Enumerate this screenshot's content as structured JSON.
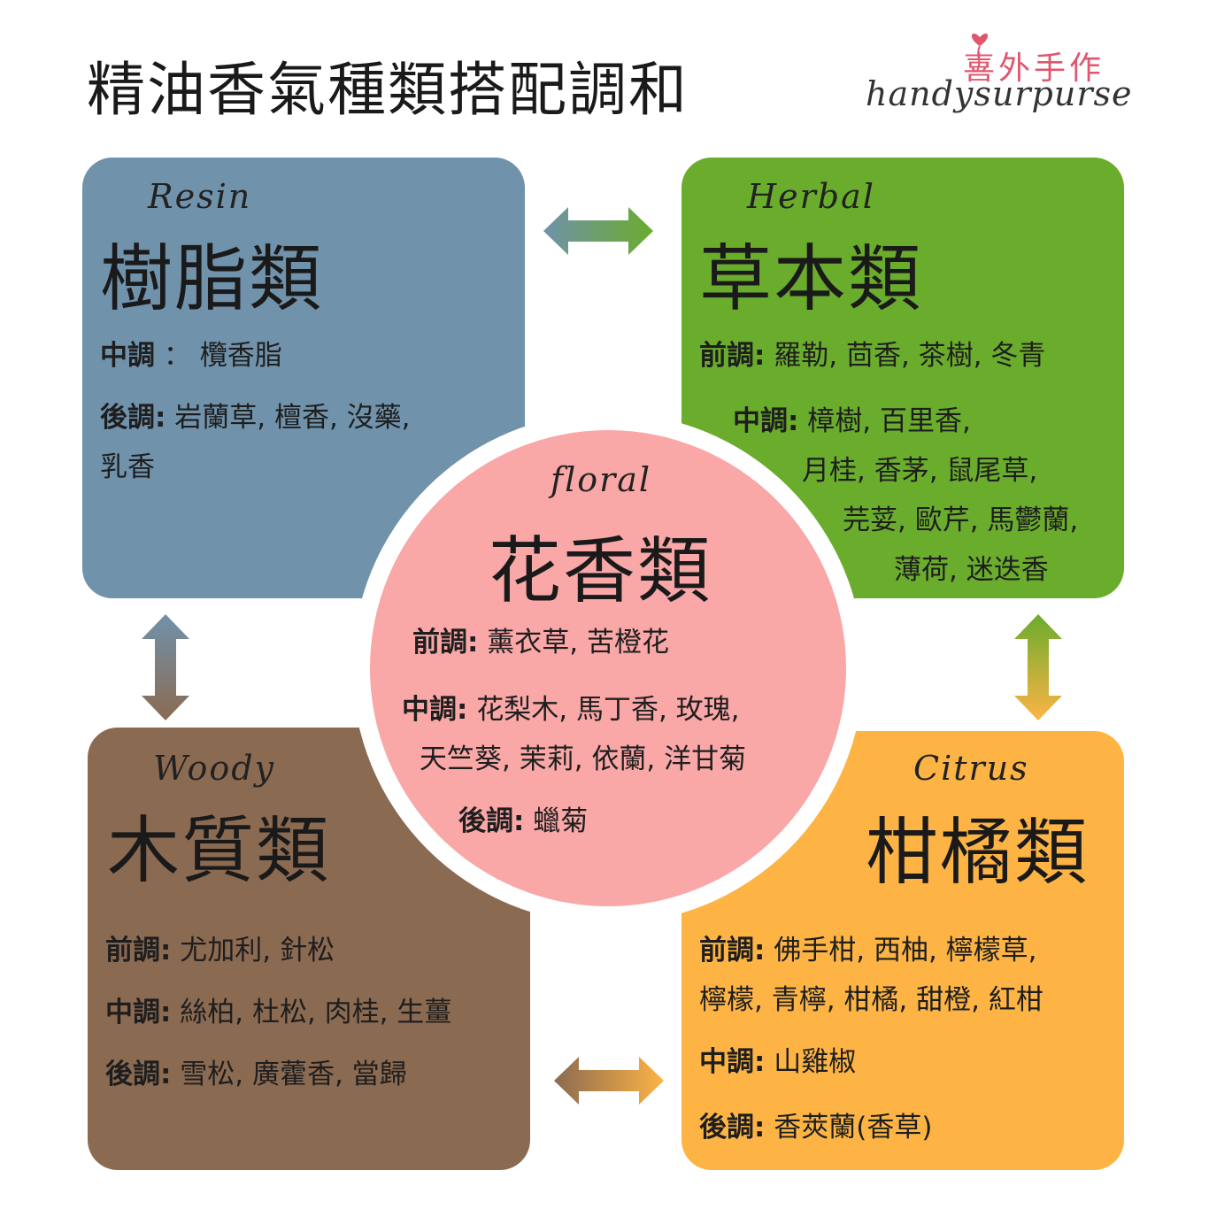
{
  "title": "精油香氣種類搭配調和",
  "logo": {
    "cn": "喜外手作",
    "en": "handysurpurse"
  },
  "colors": {
    "resin": "#7092ab",
    "herbal": "#6aac2c",
    "woody": "#8b6a52",
    "citrus": "#fdb445",
    "floral": "#f9a7a7"
  },
  "categories": {
    "resin": {
      "en": "Resin",
      "cn": "樹脂類",
      "notes": [
        {
          "label": "中調",
          "sep": " ：",
          "value": "欖香脂"
        },
        {
          "label": "後調",
          "sep": ":",
          "value": "岩蘭草, 檀香, 沒藥,"
        }
      ],
      "continuation": "乳香"
    },
    "herbal": {
      "en": "Herbal",
      "cn": "草本類",
      "notes": [
        {
          "label": "前調",
          "sep": ":",
          "value": "羅勒, 茴香, 茶樹, 冬青"
        },
        {
          "label": "中調",
          "sep": ":",
          "value": "樟樹, 百里香,"
        }
      ],
      "continuation": [
        "月桂, 香茅, 鼠尾草,",
        "芫荽, 歐芹, 馬鬱蘭,",
        "薄荷, 迷迭香"
      ]
    },
    "floral": {
      "en": "floral",
      "cn": "花香類",
      "notes": [
        {
          "label": "前調",
          "sep": ":",
          "value": "薰衣草, 苦橙花"
        },
        {
          "label": "中調",
          "sep": ":",
          "value": "花梨木, 馬丁香, 玫瑰,"
        },
        {
          "label": "後調",
          "sep": ":",
          "value": "蠟菊"
        }
      ],
      "continuation": "天竺葵, 茉莉, 依蘭, 洋甘菊"
    },
    "woody": {
      "en": "Woody",
      "cn": "木質類",
      "notes": [
        {
          "label": "前調",
          "sep": ":",
          "value": "尤加利, 針松"
        },
        {
          "label": "中調",
          "sep": ":",
          "value": "絲柏, 杜松, 肉桂, 生薑"
        },
        {
          "label": "後調",
          "sep": ":",
          "value": "雪松, 廣藿香, 當歸"
        }
      ]
    },
    "citrus": {
      "en": "Citrus",
      "cn": "柑橘類",
      "notes": [
        {
          "label": "前調",
          "sep": ":",
          "value": "佛手柑, 西柚, 檸檬草,"
        },
        {
          "label": "中調",
          "sep": ":",
          "value": "山雞椒"
        },
        {
          "label": "後調",
          "sep": ":",
          "value": "香莢蘭(香草)"
        }
      ],
      "continuation": "檸檬, 青檸, 柑橘, 甜橙, 紅柑"
    }
  }
}
